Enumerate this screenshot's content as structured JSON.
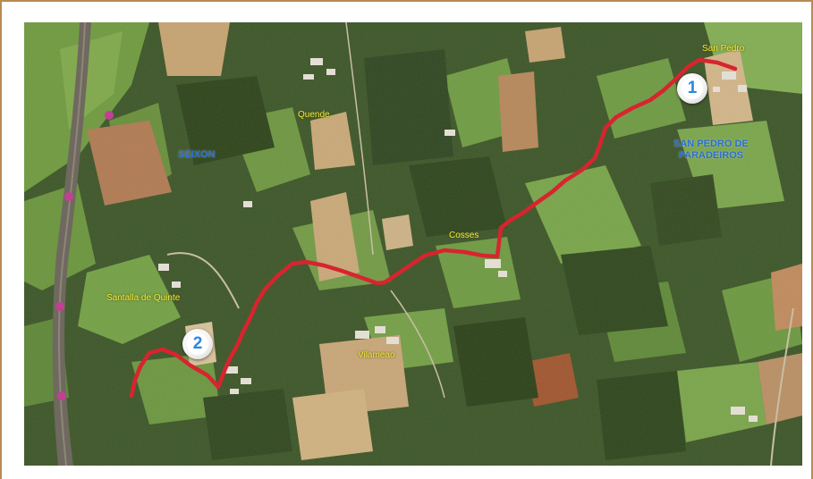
{
  "map": {
    "route_color": "#d8242f",
    "background_color": "#3f5a2b",
    "labels": {
      "san_pedro": "San Pedro",
      "quenda": "Quende",
      "seixon": "SEIXON",
      "parish": "SAN PEDRO DE\nPARADEIROS",
      "cosses": "Cosses",
      "santalla": "Santalla de Quinte",
      "vilameao": "Vilameao"
    },
    "markers": {
      "start": "1",
      "end": "2"
    }
  }
}
